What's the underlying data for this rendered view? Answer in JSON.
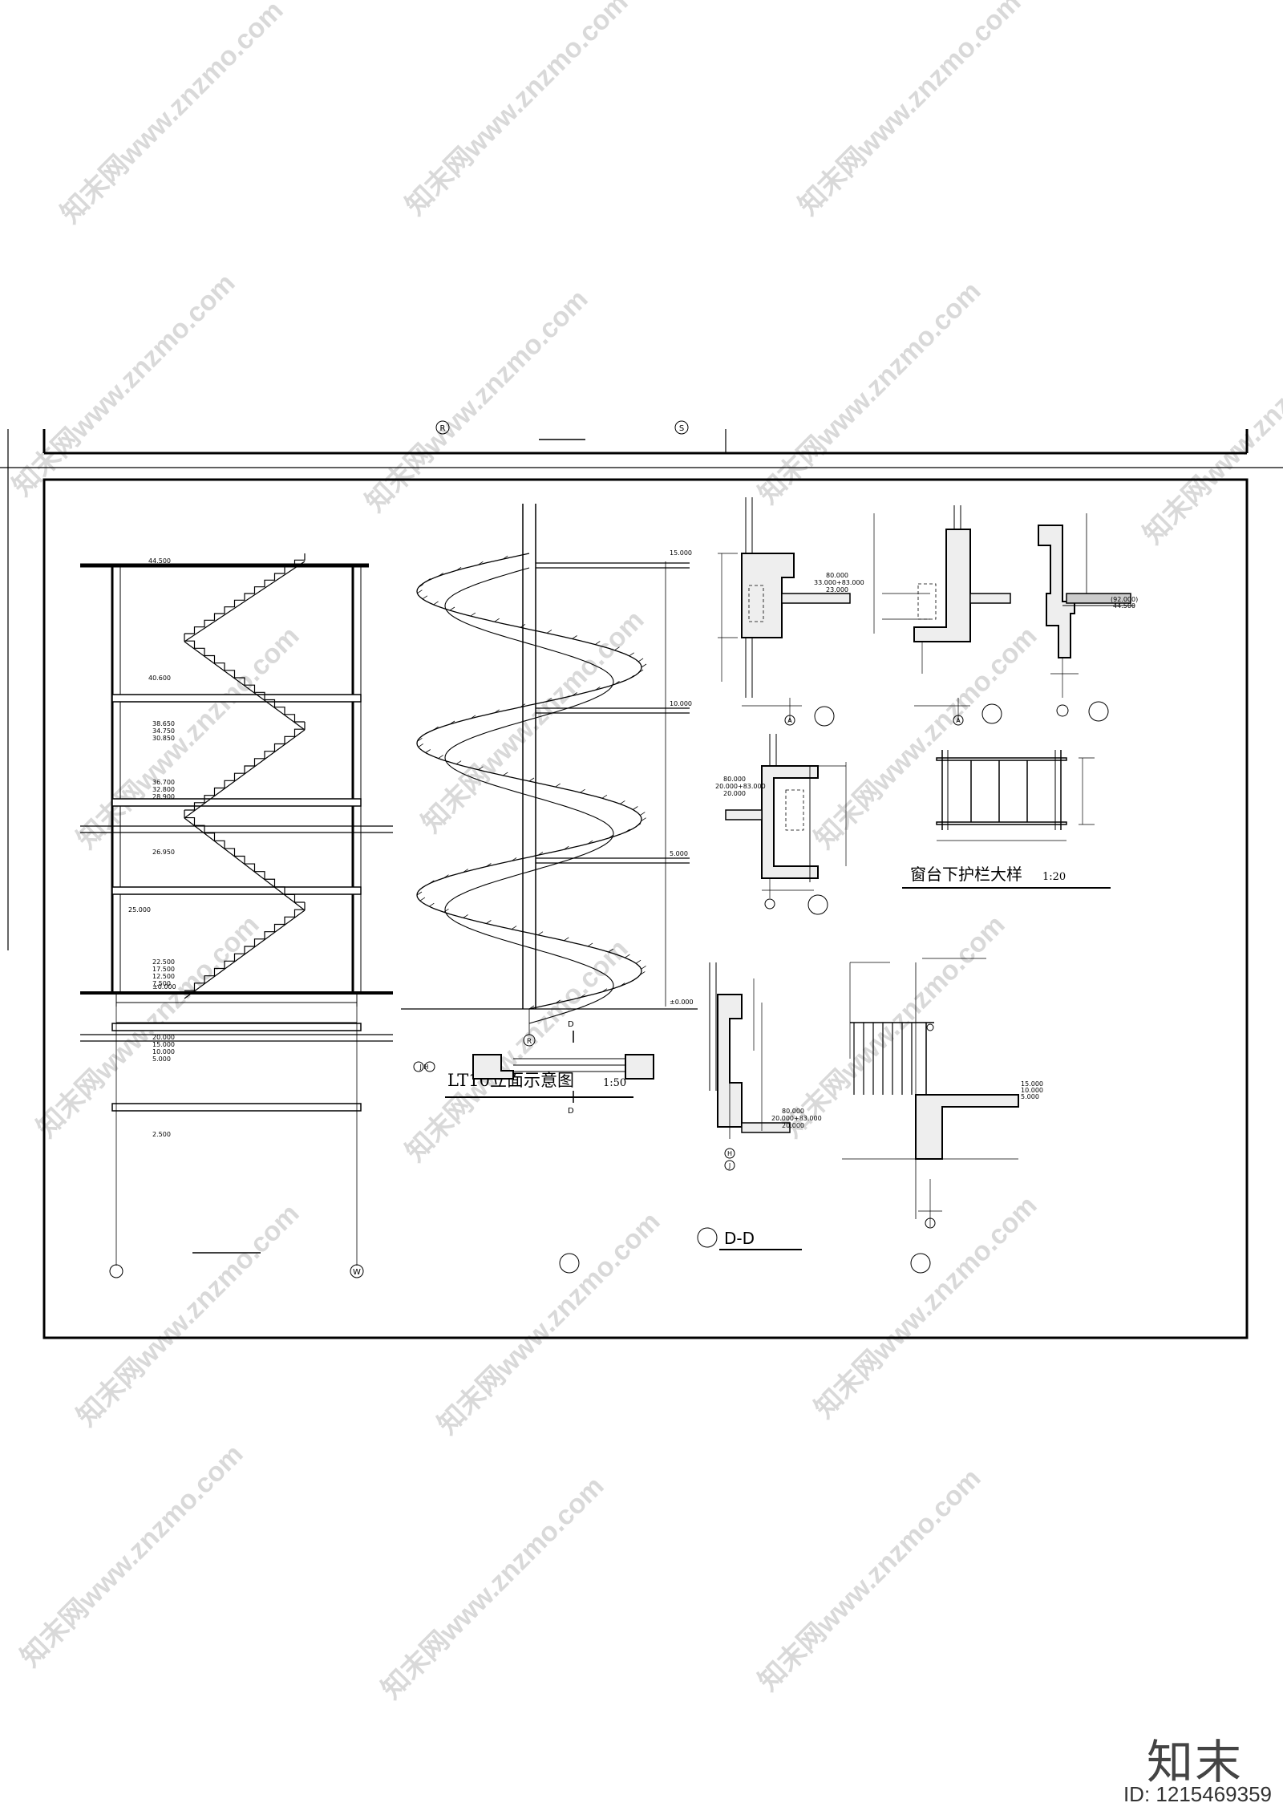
{
  "top_strip": {
    "axis_left": "R",
    "axis_right": "S"
  },
  "section": {
    "axis_left": "",
    "axis_right": "W",
    "levels": [
      "44.500",
      "40.600",
      "38.650",
      "34.750",
      "30.850",
      "36.700",
      "32.800",
      "28.900",
      "26.950",
      "25.000",
      "22.500",
      "17.500",
      "12.500",
      "7.500",
      "20.000",
      "15.000",
      "10.000",
      "5.000",
      "2.500",
      "±0.000"
    ]
  },
  "elevation": {
    "title": "LT10立面示意图",
    "scale": "1:50",
    "axis": "R",
    "levels": [
      "15.000",
      "10.000",
      "5.000",
      "±0.000"
    ]
  },
  "details": {
    "d1_axis": "A",
    "d1_levels": [
      "80.000",
      "33.000+83.000",
      "23.000"
    ],
    "d2_axis": "A",
    "d3_levels": [
      "(92.000)",
      "44.500"
    ],
    "d4_levels": [
      "80.000",
      "20.000+83.000",
      "20.000"
    ],
    "railing_title": "窗台下护栏大样",
    "railing_scale": "1:20",
    "plan_cut": "D",
    "plan_axes": "J H",
    "dd_title": "D-D",
    "dd_levels": [
      "80.000",
      "20.000+83.000",
      "20.000"
    ],
    "dd_axes": [
      "H",
      "J"
    ],
    "rail_levels": [
      "15.000",
      "10.000",
      "5.000"
    ]
  },
  "watermark": {
    "text": "知末网www.znzmo.com"
  },
  "brand": {
    "logo": "知末",
    "id": "ID: 1215469359"
  }
}
